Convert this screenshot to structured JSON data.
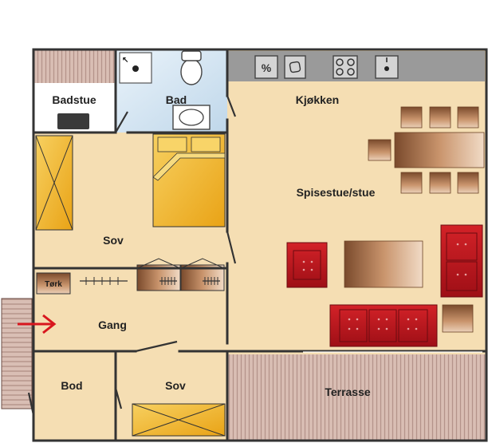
{
  "rooms": {
    "badstue": "Badstue",
    "bad": "Bad",
    "kjokken": "Kjøkken",
    "spisestue": "Spisestue/stue",
    "sov_main": "Sov",
    "tork": "Tørk",
    "gang": "Gang",
    "bod": "Bod",
    "sov_small": "Sov",
    "terrasse": "Terrasse"
  },
  "colors": {
    "floor": "#F5DEB3",
    "wall": "#3a3a3a",
    "bathroom": "#DDEBF5",
    "counter": "#9a9a9a",
    "deck": "#C9A99E",
    "sofa": "#B8141C",
    "table": "#A06A46",
    "bed": "#F2B824",
    "entry_arrow": "#D8161E"
  },
  "icons": {
    "entry": "entry-arrow-icon",
    "stove": "stove-icon",
    "sink": "sink-icon",
    "toilet": "toilet-icon",
    "sauna_heater": "sauna-heater-icon"
  }
}
